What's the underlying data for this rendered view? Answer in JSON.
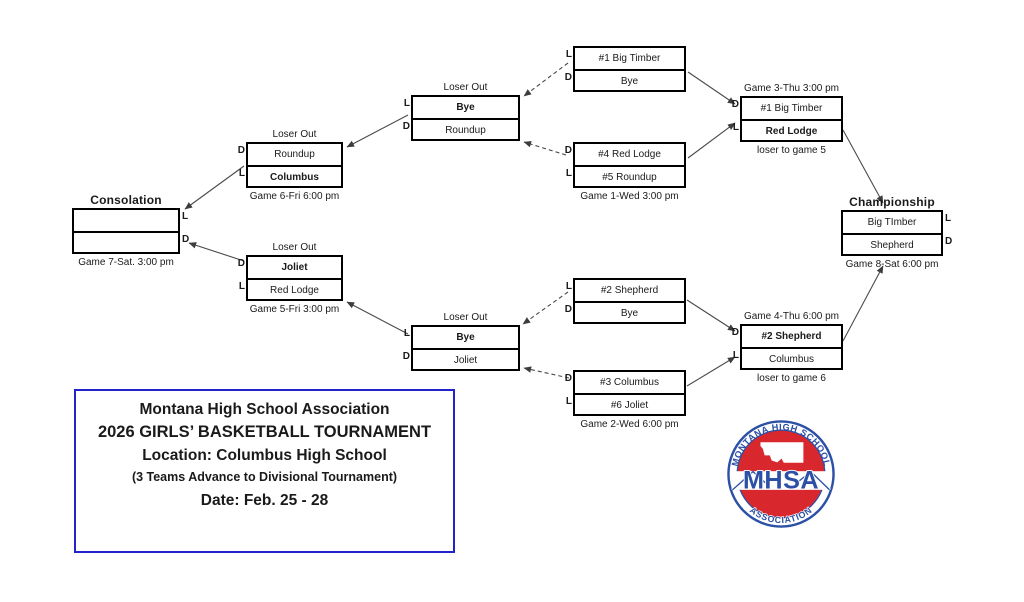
{
  "diagram": {
    "matches": [
      {
        "rows": [
          "#1 Big Timber",
          "Bye"
        ],
        "side_top": "L",
        "side_bottom": "D"
      },
      {
        "header": "Loser Out",
        "rows": [
          "Bye",
          "Roundup"
        ],
        "side_top": "L",
        "side_bottom": "D"
      },
      {
        "header": "Game 3-Thu 3:00 pm",
        "rows": [
          "#1 Big Timber",
          "Red Lodge"
        ],
        "side_top": "D",
        "side_bottom": "L",
        "footer": "loser to game 5"
      },
      {
        "rows": [
          "#4 Red Lodge",
          "#5 Roundup"
        ],
        "side_top": "D",
        "side_bottom": "L",
        "footer": "Game 1-Wed 3:00 pm"
      },
      {
        "header": "Loser Out",
        "rows": [
          "Roundup",
          "Columbus"
        ],
        "side_top": "D",
        "side_bottom": "L",
        "footer": "Game 6-Fri 6:00 pm"
      },
      {
        "header": "Consolation",
        "rows": [
          "",
          ""
        ],
        "side_top": "L",
        "side_bottom": "D",
        "footer": "Game 7-Sat. 3:00 pm"
      },
      {
        "header": "Loser Out",
        "rows": [
          "Joliet",
          "Red Lodge"
        ],
        "side_top": "D",
        "side_bottom": "L",
        "footer": "Game 5-Fri 3:00 pm"
      },
      {
        "rows": [
          "#2 Shepherd",
          "Bye"
        ],
        "side_top": "L",
        "side_bottom": "D"
      },
      {
        "header": "Loser Out",
        "rows": [
          "Bye",
          "Joliet"
        ],
        "side_top": "L",
        "side_bottom": "D"
      },
      {
        "rows": [
          "#3 Columbus",
          "#6 Joliet"
        ],
        "side_top": "D",
        "side_bottom": "L",
        "footer": "Game 2-Wed 6:00 pm"
      },
      {
        "header": "Game 4-Thu 6:00 pm",
        "rows": [
          "#2 Shepherd",
          "Columbus"
        ],
        "side_top": "D",
        "side_bottom": "L",
        "footer": "loser to game 6"
      },
      {
        "header": "Championship",
        "rows": [
          "Big TImber",
          "Shepherd"
        ],
        "side_top": "L",
        "side_bottom": "D",
        "footer": "Game 8-Sat 6:00 pm"
      }
    ]
  },
  "info_box": {
    "line1": "Montana High School Association",
    "line2": "2026  GIRLS’ BASKETBALL TOURNAMENT",
    "line3": "Location: Columbus High School",
    "line4": "(3 Teams Advance to Divisional Tournament)",
    "line5": "Date:  Feb. 25 - 28"
  },
  "logo": {
    "top_text": "MONTANA  HIGH  SCHOOL",
    "acronym": "MHSA",
    "bottom_text": "ASSOCIATION",
    "red": "#d9272e",
    "blue": "#2b50a5"
  },
  "colors": {
    "info_border": "#2323cb",
    "connector": "#4a4a4a",
    "box_border": "#000000"
  }
}
